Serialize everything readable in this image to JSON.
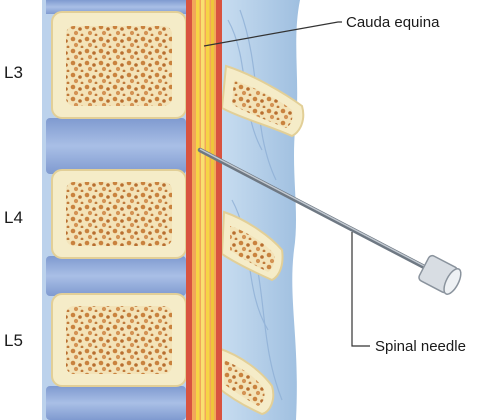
{
  "diagram": {
    "vertebra_labels": [
      "L3",
      "L4",
      "L5"
    ],
    "callouts": {
      "cauda_equina": "Cauda equina",
      "spinal_needle": "Spinal needle"
    },
    "colors": {
      "bone_cortex": "#f5ecc8",
      "bone_trabecular": "#c9823e",
      "disc": "#8aa6d6",
      "soft_tissue": "#a9c7e4",
      "dura": "#d9533f",
      "csf": "#f2a75a",
      "nerve_roots": "#f6d545",
      "needle": "#7f8a96"
    }
  }
}
